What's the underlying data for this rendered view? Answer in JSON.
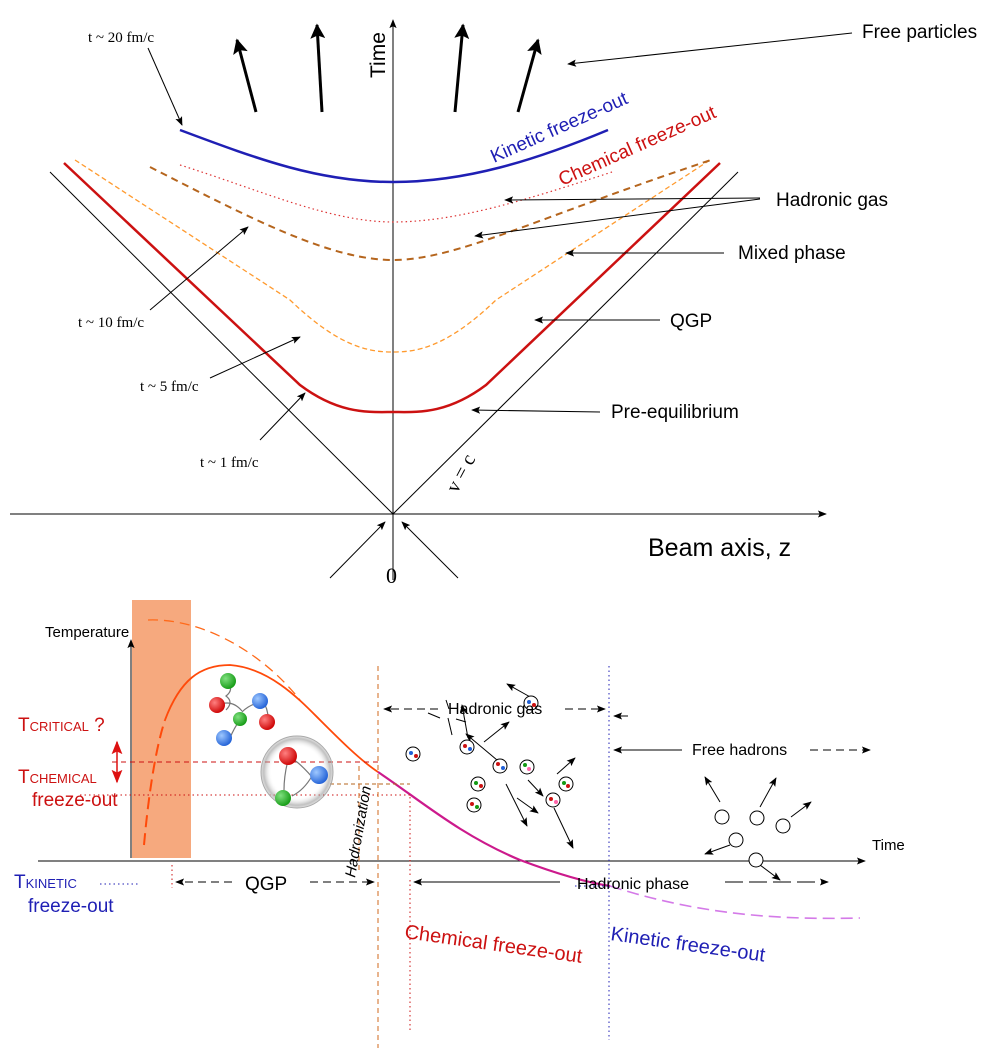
{
  "top": {
    "time_axis": "Time",
    "beam_axis": "Beam axis, z",
    "origin": "0",
    "light_cone": "v = c",
    "curves": {
      "kinetic": "Kinetic freeze-out",
      "chemical": "Chemical freeze-out"
    },
    "times": {
      "t20": "t ~ 20 fm/c",
      "t10": "t ~ 10 fm/c",
      "t5": "t ~ 5 fm/c",
      "t1": "t ~ 1 fm/c"
    },
    "stages": {
      "free_particles": "Free particles",
      "hadronic_gas": "Hadronic gas",
      "mixed_phase": "Mixed phase",
      "qgp": "QGP",
      "pre_equilibrium": "Pre-equilibrium"
    }
  },
  "bottom": {
    "y_axis": "Temperature",
    "x_axis": "Time",
    "t_critical": {
      "main": "T",
      "sub": "CRITICAL",
      "suffix": " ?"
    },
    "t_chemical": {
      "main": "T",
      "sub": "CHEMICAL",
      "line2": "freeze-out"
    },
    "t_kinetic": {
      "main": "T",
      "sub": "KINETIC",
      "line2": "freeze-out"
    },
    "hadronization": "Hadronization",
    "hadronic_gas": "Hadronic gas",
    "free_hadrons": "Free hadrons",
    "qgp": "QGP",
    "hadronic_phase": "Hadronic phase",
    "chemical_freeze_out": "Chemical freeze-out",
    "kinetic_freeze_out": "Kinetic freeze-out"
  },
  "colors": {
    "kinetic": "#1f1fb4",
    "chemical": "#cc1111",
    "orange": "#ff9a2e",
    "magenta": "#cc1a8c",
    "band": "#f5a070",
    "brown": "#b5651d"
  }
}
